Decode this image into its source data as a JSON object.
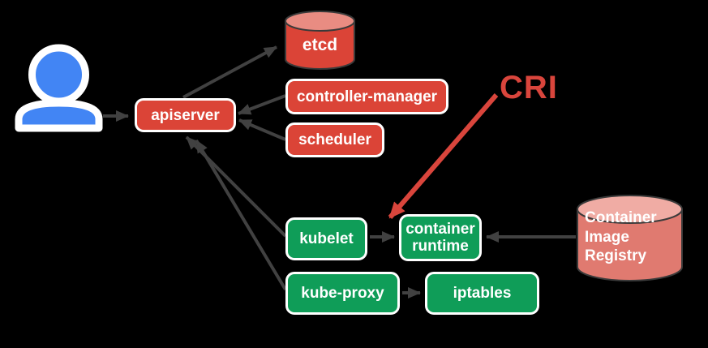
{
  "nodes": {
    "apiserver": {
      "label": "apiserver"
    },
    "etcd": {
      "label": "etcd"
    },
    "controller_manager": {
      "label": "controller-manager"
    },
    "scheduler": {
      "label": "scheduler"
    },
    "kubelet": {
      "label": "kubelet"
    },
    "container_runtime": {
      "label": "container runtime"
    },
    "kube_proxy": {
      "label": "kube-proxy"
    },
    "iptables": {
      "label": "iptables"
    },
    "container_image_registry": {
      "label": "Container Image Registry"
    }
  },
  "annotations": {
    "cri_label": "CRI"
  },
  "edges": [
    {
      "from": "user",
      "to": "apiserver"
    },
    {
      "from": "apiserver",
      "to": "etcd"
    },
    {
      "from": "controller-manager",
      "to": "apiserver"
    },
    {
      "from": "scheduler",
      "to": "apiserver"
    },
    {
      "from": "kubelet",
      "to": "apiserver"
    },
    {
      "from": "kube-proxy",
      "to": "apiserver"
    },
    {
      "from": "kubelet",
      "to": "container-runtime"
    },
    {
      "from": "container-image-registry",
      "to": "container-runtime"
    },
    {
      "from": "kube-proxy",
      "to": "iptables"
    },
    {
      "from": "cri-label",
      "to": "kubelet-container-runtime-link"
    }
  ],
  "colors": {
    "background": "#000000",
    "control_plane_red": "#DB4437",
    "node_green": "#0F9D58",
    "user_blue": "#4285F4",
    "etcd_body": "#DB4437",
    "etcd_top": "#E98C82",
    "registry_body": "#E07A70",
    "registry_top": "#F0ACA4",
    "cylinder_outline": "#3A3A3A",
    "arrow_gray": "#414141",
    "cri_red": "#D9453C",
    "text_white": "#FFFFFF"
  }
}
